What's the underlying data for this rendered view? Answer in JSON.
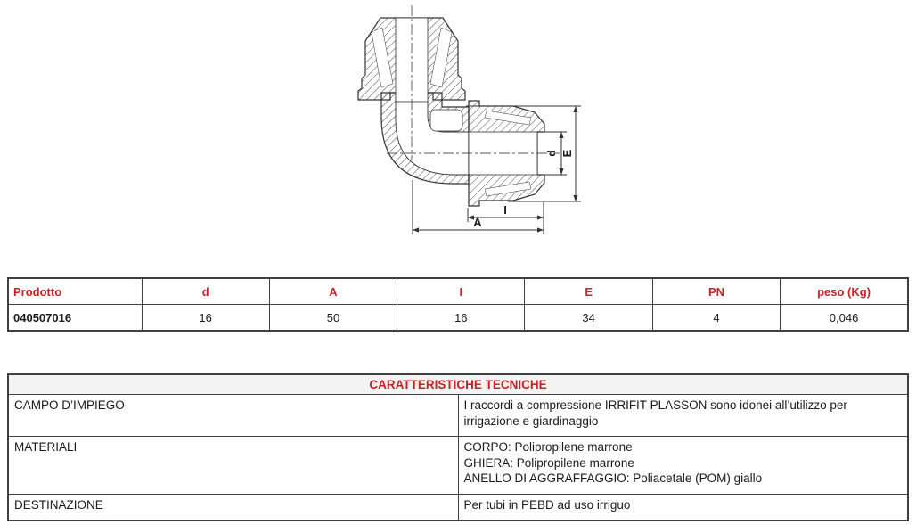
{
  "accent_red": "#cc1f26",
  "drawing": {
    "description": "cross-section of 90-degree compression elbow fitting",
    "dim_labels": {
      "d": "d",
      "E": "E",
      "I": "I",
      "A": "A"
    }
  },
  "product_table": {
    "headers": [
      "Prodotto",
      "d",
      "A",
      "I",
      "E",
      "PN",
      "peso (Kg)"
    ],
    "row": [
      "040507016",
      "16",
      "50",
      "16",
      "34",
      "4",
      "0,046"
    ]
  },
  "tech_table": {
    "title": "CARATTERISTICHE TECNICHE",
    "rows": [
      {
        "label": "CAMPO D’IMPIEGO",
        "lines": [
          "I raccordi a compressione IRRIFIT PLASSON sono idonei all’utilizzo per irrigazione e giardinaggio"
        ]
      },
      {
        "label": "MATERIALI",
        "lines": [
          "CORPO: Polipropilene marrone",
          "GHIERA: Polipropilene marrone",
          "ANELLO DI AGGRAFFAGGIO: Poliacetale (POM) giallo"
        ]
      },
      {
        "label": "DESTINAZIONE",
        "lines": [
          "Per tubi in PEBD ad uso irriguo"
        ]
      }
    ]
  }
}
